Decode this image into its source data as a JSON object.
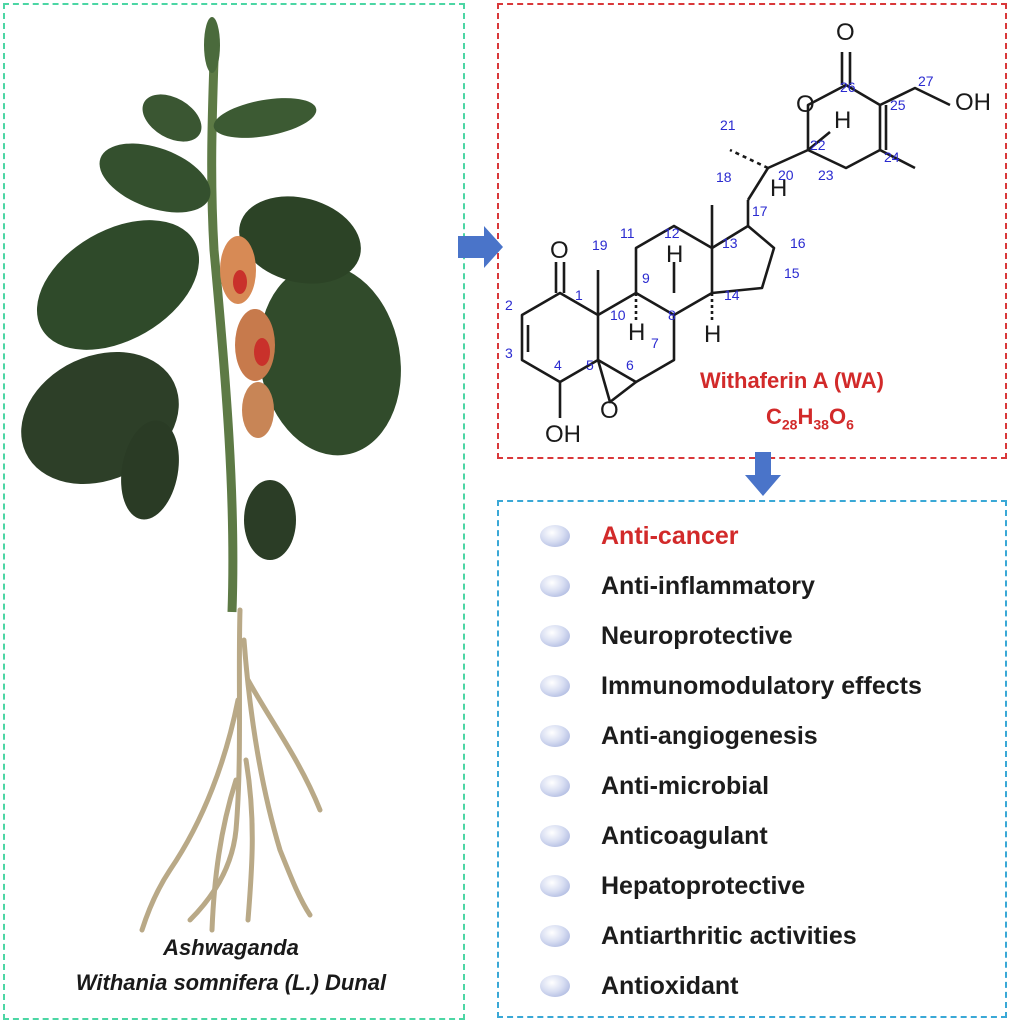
{
  "plant": {
    "common_name": "Ashwaganda",
    "latin_name": "Withania somnifera (L.) Dunal"
  },
  "compound": {
    "name": "Withaferin A (WA)",
    "formula_parts": [
      "C",
      "28",
      "H",
      "38",
      "O",
      "6"
    ]
  },
  "activities": [
    {
      "label": "Anti-cancer",
      "highlight": true
    },
    {
      "label": "Anti-inflammatory",
      "highlight": false
    },
    {
      "label": "Neuroprotective",
      "highlight": false
    },
    {
      "label": "Immunomodulatory effects",
      "highlight": false
    },
    {
      "label": "Anti-angiogenesis",
      "highlight": false
    },
    {
      "label": "Anti-microbial",
      "highlight": false
    },
    {
      "label": "Anticoagulant",
      "highlight": false
    },
    {
      "label": "Hepatoprotective",
      "highlight": false
    },
    {
      "label": "Antiarthritic activities",
      "highlight": false
    },
    {
      "label": "Antioxidant",
      "highlight": false
    }
  ],
  "structure_atoms": {
    "o_ketone": "O",
    "o_epoxide": "O",
    "oh_4": "OH",
    "o_lactone": "O",
    "o_carbonyl": "O",
    "oh_27": "OH",
    "h_9": "H",
    "h_8": "H",
    "h_14": "H",
    "h_17": "H",
    "h_20": "H",
    "h_22": "H"
  },
  "structure_numbers": [
    "1",
    "2",
    "3",
    "4",
    "5",
    "6",
    "7",
    "8",
    "9",
    "10",
    "11",
    "12",
    "13",
    "14",
    "15",
    "16",
    "17",
    "18",
    "19",
    "20",
    "21",
    "22",
    "23",
    "24",
    "25",
    "26",
    "27"
  ],
  "colors": {
    "plant_border": "#4cd6a4",
    "structure_border": "#d9383a",
    "activity_border": "#3aa8d6",
    "arrow": "#4a74c9",
    "highlight_text": "#d22a2a",
    "atom_number": "#2a2ad0"
  }
}
